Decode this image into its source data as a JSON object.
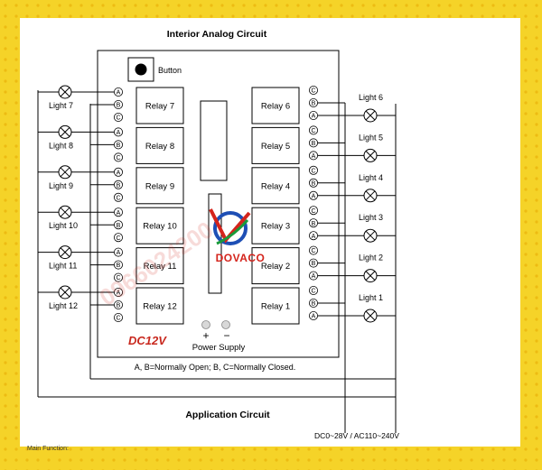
{
  "titles": {
    "interior": "Interior Analog Circuit",
    "application": "Application Circuit"
  },
  "button_label": "Button",
  "left_relays": [
    {
      "relay": "Relay 7",
      "light": "Light 7"
    },
    {
      "relay": "Relay 8",
      "light": "Light 8"
    },
    {
      "relay": "Relay 9",
      "light": "Light 9"
    },
    {
      "relay": "Relay 10",
      "light": "Light 10"
    },
    {
      "relay": "Relay 11",
      "light": "Light 11"
    },
    {
      "relay": "Relay 12",
      "light": "Light 12"
    }
  ],
  "right_relays": [
    {
      "relay": "Relay 6",
      "light": "Light 6"
    },
    {
      "relay": "Relay 5",
      "light": "Light 5"
    },
    {
      "relay": "Relay 4",
      "light": "Light 4"
    },
    {
      "relay": "Relay 3",
      "light": "Light 3"
    },
    {
      "relay": "Relay 2",
      "light": "Light 2"
    },
    {
      "relay": "Relay 1",
      "light": "Light 1"
    }
  ],
  "terminals_left": [
    "A",
    "B",
    "C"
  ],
  "terminals_right": [
    "C",
    "B",
    "A"
  ],
  "voltage_label": "DC12V",
  "power_supply_label": "Power Supply",
  "plus_sign": "+",
  "minus_sign": "−",
  "note": "A, B=Normally Open; B, C=Normally Closed.",
  "supply_label": "DC0~28V / AC110~240V",
  "logo_text": "DOVACO",
  "watermark": "0966024200",
  "footer_partial": "Main Function:",
  "colors": {
    "frame": "#f5d328",
    "frame_dot": "#e6a800",
    "line": "#000000",
    "voltage": "#c8281e",
    "logo_red": "#d4241c",
    "logo_blue": "#1e4fb5",
    "logo_green": "#1a9a3a"
  }
}
